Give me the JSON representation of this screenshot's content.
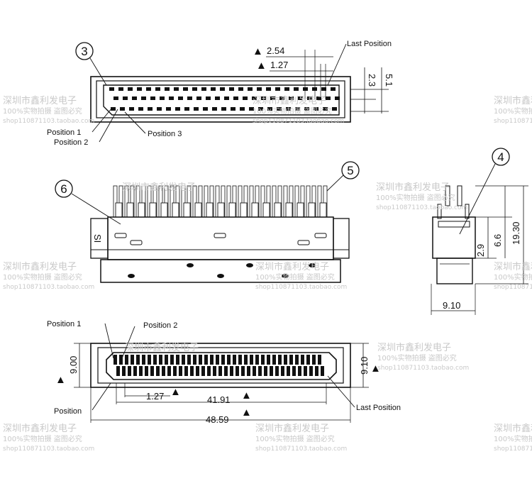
{
  "callouts": {
    "c3": "3",
    "c4": "4",
    "c5": "5",
    "c6": "6"
  },
  "labels": {
    "last_position_top": "Last Position",
    "position_1_top": "Position 1",
    "position_2_top": "Position 2",
    "position_3_top": "Position 3",
    "position_1_bottom": "Position 1",
    "position_2_bottom": "Position 2",
    "position_bottom": "Position",
    "last_position_bottom": "Last Position"
  },
  "dimensions": {
    "pitch_row": "2.54",
    "pitch_offset": "1.27",
    "row_gap": "2.3",
    "row_total": "5.1",
    "side_h_small": "2.9",
    "side_h_mid": "6.6",
    "side_h_total": "19.30",
    "side_w": "9.10",
    "bottom_h_left": "9.00",
    "bottom_h_right": "9.10",
    "bottom_pitch": "1.27",
    "bottom_span": "41.91",
    "bottom_total": "48.59"
  },
  "symbols": {
    "triangle": "▲",
    "triangle_icon": "triangle-marker-icon"
  },
  "watermark": {
    "line1": "深圳市鑫利发电子",
    "line2": "100%实物拍摄 盗图必究",
    "line3": "shop110871103.taobao.com"
  }
}
